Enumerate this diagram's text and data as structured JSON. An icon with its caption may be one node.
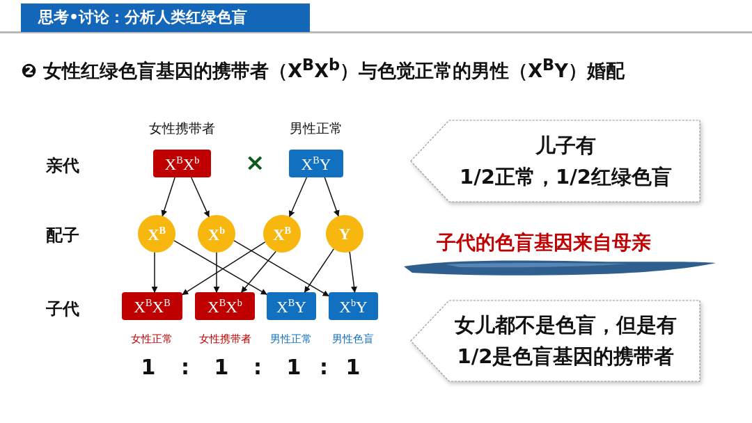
{
  "diagram": {
    "title": "❷ 女性红绿色盲基因的携带者（X$^{B}$X$^{b}$）与色觉正常的男性（X$^{B}$Y）婚配",
    "nodes": [
      {
        "text": [
          "X$^{B}$X$^{b}$"
        ],
        "beside": [
          "女性携带者"
        ]
      },
      {
        "text": [
          "X$^{B}$Y"
        ],
        "beside": [
          "男性正常"
        ]
      },
      {
        "text": [
          "X$^{B}$"
        ]
      },
      {
        "text": [
          "X$^{b}$"
        ]
      },
      {
        "text": [
          "X$^{B}$"
        ]
      },
      {
        "text": [
          "Y"
        ]
      },
      {
        "text": [
          "X$^{B}$X$^{B}$"
        ],
        "beside": [
          "女性正常"
        ]
      },
      {
        "text": [
          "X$^{B}$X$^{b}$"
        ],
        "beside": [
          "女性携带者"
        ]
      },
      {
        "text": [
          "X$^{B}$Y"
        ],
        "beside": [
          "男性正常"
        ]
      },
      {
        "text": [
          "X$^{b}$Y"
        ],
        "beside": [
          "男性色盲"
        ]
      },
      {
        "text": [
          "儿子有",
          "1/2正常，1/2红绿色盲"
        ]
      },
      {
        "text": [
          "女儿都不是色盲，但是有",
          "1/2是色盲基因的携带者"
        ]
      }
    ],
    "edges": [
      {
        "from": 0,
        "to": 2,
        "arrow": "to"
      },
      {
        "from": 0,
        "to": 3,
        "arrow": "to"
      },
      {
        "from": 1,
        "to": 4,
        "arrow": "to"
      },
      {
        "from": 1,
        "to": 5,
        "arrow": "to"
      },
      {
        "from": 2,
        "to": 6,
        "arrow": "to"
      },
      {
        "from": 2,
        "to": 8,
        "arrow": "to"
      },
      {
        "from": 3,
        "to": 7,
        "arrow": "to"
      },
      {
        "from": 3,
        "to": 9,
        "arrow": "to"
      },
      {
        "from": 4,
        "to": 6,
        "arrow": "to"
      },
      {
        "from": 4,
        "to": 7,
        "arrow": "to"
      },
      {
        "from": 5,
        "to": 8,
        "arrow": "to"
      },
      {
        "from": 5,
        "to": 9,
        "arrow": "to"
      }
    ],
    "labels": [
      "思考•讨论：分析人类红绿色盲",
      "亲代",
      "×",
      "配子",
      "子代的色盲基因来自母亲",
      "子代",
      "1",
      ":",
      "1",
      ":",
      "1",
      ":",
      "1"
    ]
  }
}
